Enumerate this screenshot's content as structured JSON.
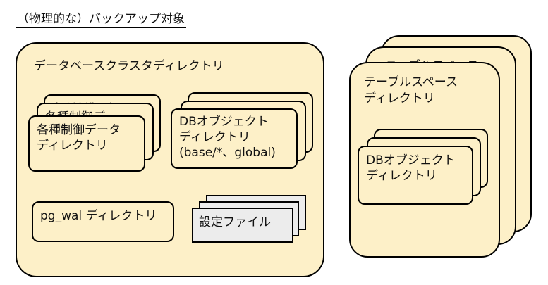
{
  "title": "（物理的な）バックアップ対象",
  "cluster": {
    "title": "データベースクラスタディレクトリ",
    "control_dir": {
      "label_line1": "各種制御データ",
      "label_line2": "ディレクトリ",
      "shadow_label": "各種制御デー"
    },
    "db_object_dir": {
      "label_line1": "DBオブジェクト",
      "label_line2": "ディレクトリ",
      "label_line3": "(base/*、global)"
    },
    "pg_wal": {
      "label": "pg_wal ディレクトリ"
    },
    "config_file": {
      "label": "設定ファイル"
    }
  },
  "tablespace": {
    "title_line1": "テーブルスペース",
    "title_line2": "ディレクトリ",
    "shadow_title": "テーブルスペース",
    "db_object_dir": {
      "label_line1": "DBオブジェクト",
      "label_line2": "ディレクトリ"
    }
  }
}
